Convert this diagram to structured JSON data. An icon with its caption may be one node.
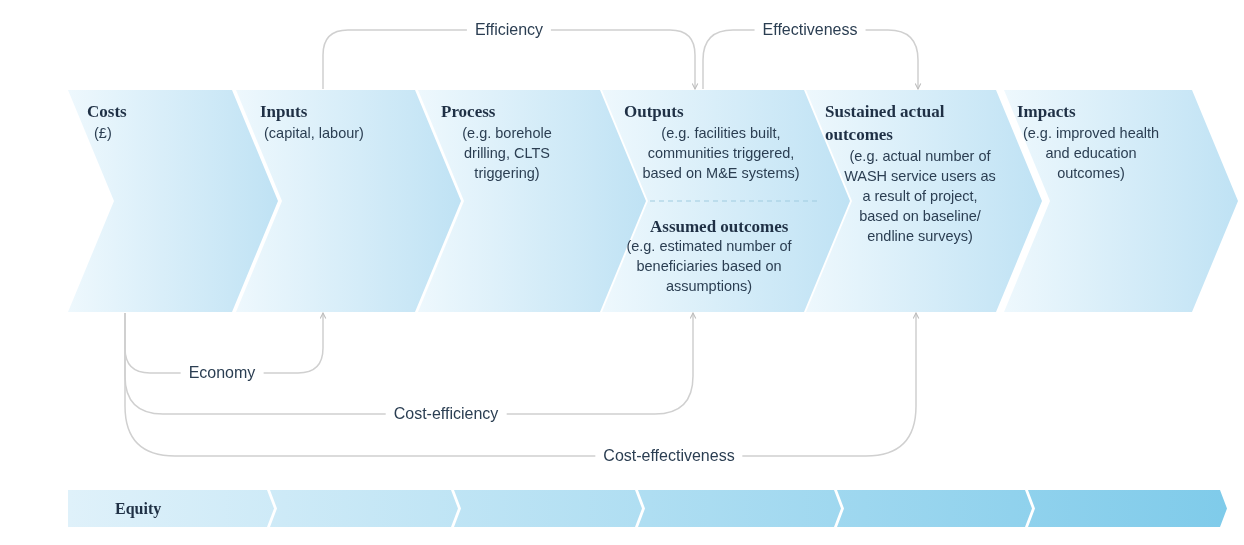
{
  "diagram": {
    "nodes": [
      {
        "text": [
          "Costs",
          "(£)"
        ]
      },
      {
        "text": [
          "Inputs",
          "(capital, labour)"
        ]
      },
      {
        "text": [
          "Process",
          "(e.g. borehole drilling, CLTS triggering)"
        ]
      },
      {
        "text": [
          "Outputs",
          "(e.g. facilities built, communities triggered, based on M&E systems)",
          "Assumed outcomes",
          "(e.g. estimated number of beneficiaries based on assumptions)"
        ]
      },
      {
        "text": [
          "Sustained actual outcomes",
          "(e.g. actual number of WASH service users as a result of project, based on baseline/ endline surveys)"
        ]
      },
      {
        "text": [
          "Impacts",
          "(e.g. improved health and education outcomes)"
        ]
      },
      {
        "text": [
          "Equity"
        ]
      }
    ],
    "edges": [
      {
        "from": 1,
        "to": 3,
        "arrow": "to",
        "label": "Efficiency"
      },
      {
        "from": 3,
        "to": 4,
        "arrow": "to",
        "label": "Effectiveness"
      },
      {
        "from": 0,
        "to": 1,
        "arrow": "to",
        "label": "Economy"
      },
      {
        "from": 0,
        "to": 3,
        "arrow": "to",
        "label": "Cost-efficiency"
      },
      {
        "from": 0,
        "to": 4,
        "arrow": "to",
        "label": "Cost-effectiveness"
      }
    ]
  }
}
